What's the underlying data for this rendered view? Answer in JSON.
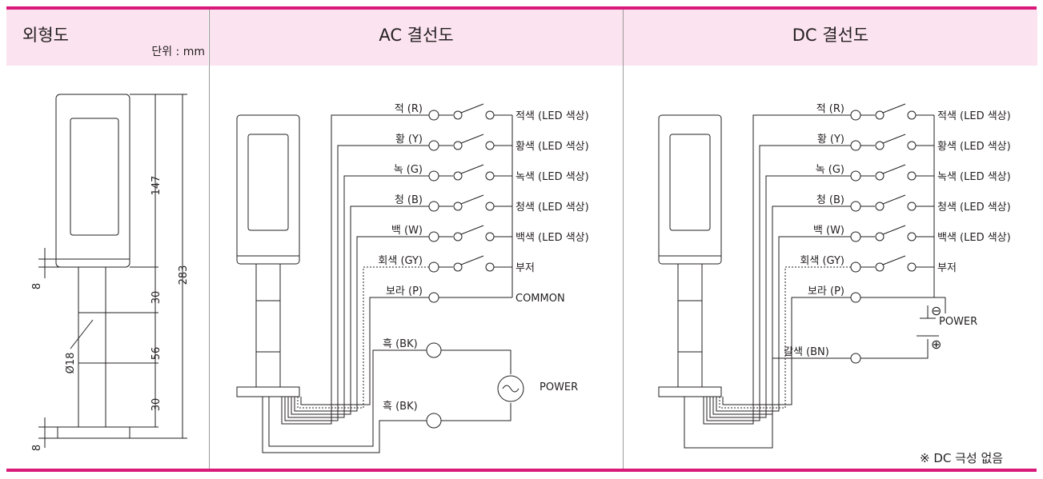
{
  "dimensions": {
    "title": "외형도",
    "unit": "단위 : mm",
    "d147": "147",
    "d283": "283",
    "d30a": "30",
    "d56": "56",
    "d30b": "30",
    "d8a": "8",
    "d8b": "8",
    "d18": "Ø18"
  },
  "ac": {
    "title": "AC 결선도",
    "wires": [
      "적 (R)",
      "황 (Y)",
      "녹 (G)",
      "청 (B)",
      "백 (W)",
      "회색 (GY)",
      "보라 (P)"
    ],
    "outputs": [
      "적색 (LED 색상)",
      "황색 (LED 색상)",
      "녹색 (LED 색상)",
      "청색 (LED 색상)",
      "백색 (LED 색상)",
      "부저",
      "COMMON"
    ],
    "bk1": "흑 (BK)",
    "bk2": "흑 (BK)",
    "power": "POWER"
  },
  "dc": {
    "title": "DC 결선도",
    "wires": [
      "적 (R)",
      "황 (Y)",
      "녹 (G)",
      "청 (B)",
      "백 (W)",
      "회색 (GY)",
      "보라 (P)"
    ],
    "outputs": [
      "적색 (LED 색상)",
      "황색 (LED 색상)",
      "녹색 (LED 색상)",
      "청색 (LED 색상)",
      "백색 (LED 색상)",
      "부저"
    ],
    "brown": "갈색 (BN)",
    "power": "POWER",
    "minus": "⊖",
    "plus": "⊕",
    "note": "※  DC 극성 없음"
  },
  "colors": {
    "accent": "#d9197a",
    "header_bg": "#fbe3ef"
  }
}
